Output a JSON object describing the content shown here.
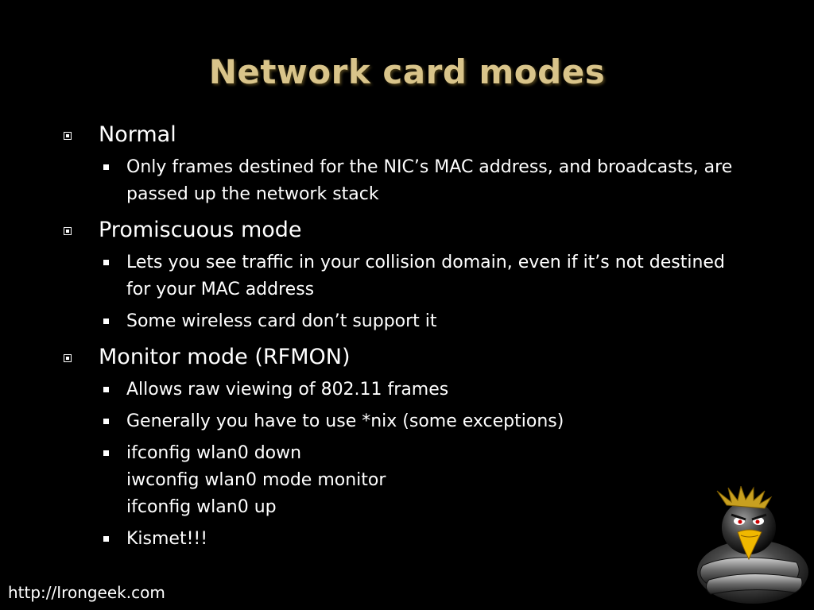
{
  "slide": {
    "title": "Network card modes",
    "sections": [
      {
        "heading": "Normal",
        "items": [
          {
            "lines": [
              "Only frames destined for the NIC’s MAC address, and broadcasts, are",
              "passed up the network stack"
            ]
          }
        ]
      },
      {
        "heading": "Promiscuous mode",
        "items": [
          {
            "lines": [
              "Lets you see traffic in your collision domain, even if it’s not destined",
              "for your MAC address"
            ]
          },
          {
            "lines": [
              "Some wireless card don’t support it"
            ]
          }
        ]
      },
      {
        "heading": "Monitor mode (RFMON)",
        "items": [
          {
            "lines": [
              "Allows raw viewing of 802.11 frames"
            ]
          },
          {
            "lines": [
              "Generally you have to use *nix (some exceptions)"
            ]
          },
          {
            "lines": [
              "ifconfig wlan0 down",
              "iwconfig wlan0 mode monitor",
              "ifconfig wlan0 up"
            ]
          },
          {
            "lines": [
              "Kismet!!!"
            ]
          }
        ]
      }
    ],
    "footer": "http://Irongeek.com",
    "mascot_icon": "penguin-mascot-icon",
    "colors": {
      "background": "#000000",
      "title": "#d9c48a",
      "text": "#ffffff"
    }
  }
}
